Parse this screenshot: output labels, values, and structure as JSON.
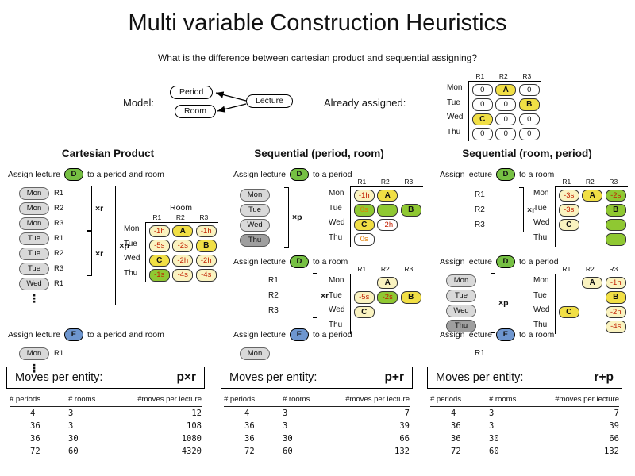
{
  "title": "Multi variable Construction Heuristics",
  "subtitle": "What is the difference between cartesian product and sequential assigning?",
  "model": {
    "label": "Model:",
    "period_box": "Period",
    "room_box": "Room",
    "lecture_box": "Lecture"
  },
  "already_assigned": {
    "label": "Already assigned:",
    "grid": {
      "cols": [
        "R1",
        "R2",
        "R3"
      ],
      "rows": [
        "Mon",
        "Tue",
        "Wed",
        "Thu"
      ],
      "cells": [
        [
          {
            "v": "0"
          },
          {
            "v": "A",
            "bg": "yellow",
            "bold": true
          },
          {
            "v": "0"
          }
        ],
        [
          {
            "v": "0"
          },
          {
            "v": "0"
          },
          {
            "v": "B",
            "bg": "yellow",
            "bold": true
          }
        ],
        [
          {
            "v": "C",
            "bg": "yellow",
            "bold": true
          },
          {
            "v": "0"
          },
          {
            "v": "0"
          }
        ],
        [
          {
            "v": "0"
          },
          {
            "v": "0"
          },
          {
            "v": "0"
          }
        ]
      ]
    }
  },
  "columns": [
    {
      "header": "Cartesian Product",
      "moves_label": "Moves per entity:",
      "moves_formula": "p×r",
      "steps": [
        {
          "action": {
            "prefix": "Assign lecture",
            "entity": "D",
            "entity_style": "green",
            "suffix": "to a period and room"
          },
          "options": {
            "groups": [
              {
                "pairs": [
                  [
                    "Mon",
                    "R1"
                  ],
                  [
                    "Mon",
                    "R2"
                  ],
                  [
                    "Mon",
                    "R3"
                  ]
                ],
                "bracket": "×r"
              },
              {
                "pairs": [
                  [
                    "Tue",
                    "R1"
                  ],
                  [
                    "Tue",
                    "R2"
                  ],
                  [
                    "Tue",
                    "R3"
                  ]
                ],
                "bracket": "×r"
              },
              {
                "pairs": [
                  [
                    "Wed",
                    "R1"
                  ]
                ],
                "dots": true
              }
            ],
            "bracket": "×p"
          },
          "table": {
            "title": "Room",
            "cols": [
              "R1",
              "R2",
              "R3"
            ],
            "rows": [
              "Mon",
              "Tue",
              "Wed",
              "Thu"
            ],
            "cells": [
              [
                {
                  "v": "-1h",
                  "bg": "pale",
                  "fg": "red"
                },
                {
                  "v": "A",
                  "bg": "yellow",
                  "bold": true
                },
                {
                  "v": "-1h",
                  "bg": "pale",
                  "fg": "red"
                }
              ],
              [
                {
                  "v": "-5s",
                  "bg": "pale",
                  "fg": "red"
                },
                {
                  "v": "-2s",
                  "bg": "pale",
                  "fg": "red"
                },
                {
                  "v": "B",
                  "bg": "yellow",
                  "bold": true
                }
              ],
              [
                {
                  "v": "C",
                  "bg": "yellow",
                  "bold": true
                },
                {
                  "v": "-2h",
                  "bg": "pale",
                  "fg": "red"
                },
                {
                  "v": "-2h",
                  "bg": "pale",
                  "fg": "red"
                }
              ],
              [
                {
                  "v": "-1s",
                  "bg": "green",
                  "fg": "red"
                },
                {
                  "v": "-4s",
                  "bg": "pale",
                  "fg": "red"
                },
                {
                  "v": "-4s",
                  "bg": "pale",
                  "fg": "red"
                }
              ]
            ]
          }
        },
        {
          "action": {
            "prefix": "Assign lecture",
            "entity": "E",
            "entity_style": "blue",
            "suffix": "to a period and room"
          },
          "options": {
            "groups": [
              {
                "pairs": [
                  [
                    "Mon",
                    "R1"
                  ]
                ],
                "dots": true
              }
            ]
          }
        }
      ],
      "stats": {
        "headers": [
          "# periods",
          "# rooms",
          "#moves per lecture"
        ],
        "rows": [
          [
            "4",
            "3",
            "12"
          ],
          [
            "36",
            "3",
            "108"
          ],
          [
            "36",
            "30",
            "1080"
          ],
          [
            "72",
            "60",
            "4320"
          ]
        ]
      }
    },
    {
      "header": "Sequential (period, room)",
      "moves_label": "Moves per entity:",
      "moves_formula": "p+r",
      "steps": [
        {
          "action": {
            "prefix": "Assign lecture",
            "entity": "D",
            "entity_style": "green",
            "suffix": "to a period"
          },
          "options": {
            "items": [
              {
                "v": "Mon",
                "pill": true
              },
              {
                "v": "Tue",
                "pill": true
              },
              {
                "v": "Wed",
                "pill": true
              },
              {
                "v": "Thu",
                "pill": true,
                "dark": true
              }
            ],
            "bracket": "×p"
          },
          "table": {
            "cols": [
              "R1",
              "R2",
              "R3"
            ],
            "rows": [
              "Mon",
              "Tue",
              "Wed",
              "Thu"
            ],
            "cells": [
              [
                {
                  "v": "-1h",
                  "bg": "pale",
                  "fg": "red"
                },
                {
                  "v": "A",
                  "bg": "yellow",
                  "bold": true
                },
                null
              ],
              [
                {
                  "v": "0s",
                  "bg": "green",
                  "fg": "orange"
                },
                {
                  "v": "",
                  "bg": "green"
                },
                {
                  "v": "B",
                  "bg": "green",
                  "bold": true
                }
              ],
              [
                {
                  "v": "C",
                  "bg": "yellow",
                  "bold": true
                },
                {
                  "v": "-2h",
                  "fg": "red"
                },
                null
              ],
              [
                {
                  "v": "0s",
                  "fg": "orange"
                },
                null,
                null
              ]
            ]
          }
        },
        {
          "action": {
            "prefix": "Assign lecture",
            "entity": "D",
            "entity_style": "green",
            "suffix": "to a room"
          },
          "options": {
            "items": [
              {
                "v": "R1"
              },
              {
                "v": "R2"
              },
              {
                "v": "R3"
              }
            ],
            "bracket": "×r"
          },
          "table": {
            "cols": [
              "R1",
              "R2",
              "R3"
            ],
            "rows": [
              "Mon",
              "Tue",
              "Wed",
              "Thu"
            ],
            "cells": [
              [
                null,
                {
                  "v": "A",
                  "bg": "pale",
                  "bold": true
                },
                null
              ],
              [
                {
                  "v": "-5s",
                  "bg": "pale",
                  "fg": "red"
                },
                {
                  "v": "-2s",
                  "bg": "green",
                  "fg": "red"
                },
                {
                  "v": "B",
                  "bg": "yellow",
                  "bold": true
                }
              ],
              [
                {
                  "v": "C",
                  "bg": "pale",
                  "bold": true
                },
                null,
                null
              ],
              [
                null,
                null,
                null
              ]
            ]
          }
        },
        {
          "action": {
            "prefix": "Assign lecture",
            "entity": "E",
            "entity_style": "blue",
            "suffix": "to a period"
          },
          "options": {
            "items": [
              {
                "v": "Mon",
                "pill": true
              }
            ]
          }
        }
      ],
      "stats": {
        "headers": [
          "# periods",
          "# rooms",
          "#moves per lecture"
        ],
        "rows": [
          [
            "4",
            "3",
            "7"
          ],
          [
            "36",
            "3",
            "39"
          ],
          [
            "36",
            "30",
            "66"
          ],
          [
            "72",
            "60",
            "132"
          ]
        ]
      }
    },
    {
      "header": "Sequential (room, period)",
      "moves_label": "Moves per entity:",
      "moves_formula": "r+p",
      "steps": [
        {
          "action": {
            "prefix": "Assign lecture",
            "entity": "D",
            "entity_style": "green",
            "suffix": "to a room"
          },
          "options": {
            "items": [
              {
                "v": "R1"
              },
              {
                "v": "R2"
              },
              {
                "v": "R3"
              }
            ],
            "bracket": "×r"
          },
          "table": {
            "cols": [
              "R1",
              "R2",
              "R3"
            ],
            "rows": [
              "Mon",
              "Tue",
              "Wed",
              "Thu"
            ],
            "cells": [
              [
                {
                  "v": "-3s",
                  "bg": "pale",
                  "fg": "red"
                },
                {
                  "v": "A",
                  "bg": "yellow",
                  "bold": true
                },
                {
                  "v": "-2s",
                  "bg": "green",
                  "fg": "red"
                }
              ],
              [
                {
                  "v": "-3s",
                  "bg": "pale",
                  "fg": "red"
                },
                null,
                {
                  "v": "B",
                  "bg": "green",
                  "bold": true
                }
              ],
              [
                {
                  "v": "C",
                  "bg": "pale",
                  "bold": true
                },
                null,
                {
                  "v": "",
                  "bg": "green"
                }
              ],
              [
                null,
                null,
                {
                  "v": "",
                  "bg": "green"
                }
              ]
            ]
          }
        },
        {
          "action": {
            "prefix": "Assign lecture",
            "entity": "D",
            "entity_style": "green",
            "suffix": "to a period"
          },
          "options": {
            "items": [
              {
                "v": "Mon",
                "pill": true
              },
              {
                "v": "Tue",
                "pill": true
              },
              {
                "v": "Wed",
                "pill": true
              },
              {
                "v": "Thu",
                "pill": true,
                "dark": true
              }
            ],
            "bracket": "×p"
          },
          "table": {
            "cols": [
              "R1",
              "R2",
              "R3"
            ],
            "rows": [
              "Mon",
              "Tue",
              "Wed",
              "Thu"
            ],
            "cells": [
              [
                null,
                {
                  "v": "A",
                  "bg": "pale",
                  "bold": true
                },
                {
                  "v": "-1h",
                  "bg": "pale",
                  "fg": "red"
                }
              ],
              [
                null,
                null,
                {
                  "v": "B",
                  "bg": "yellow",
                  "bold": true
                }
              ],
              [
                {
                  "v": "C",
                  "bg": "yellow",
                  "bold": true
                },
                null,
                {
                  "v": "-2h",
                  "bg": "pale",
                  "fg": "red"
                }
              ],
              [
                null,
                null,
                {
                  "v": "-4s",
                  "bg": "pale",
                  "fg": "red"
                }
              ]
            ]
          }
        },
        {
          "action": {
            "prefix": "Assign lecture",
            "entity": "E",
            "entity_style": "blue",
            "suffix": "to a room"
          },
          "options": {
            "items": [
              {
                "v": "R1"
              }
            ]
          }
        }
      ],
      "stats": {
        "headers": [
          "# periods",
          "# rooms",
          "#moves per lecture"
        ],
        "rows": [
          [
            "4",
            "3",
            "7"
          ],
          [
            "36",
            "3",
            "39"
          ],
          [
            "36",
            "30",
            "66"
          ],
          [
            "72",
            "60",
            "132"
          ]
        ]
      }
    }
  ]
}
